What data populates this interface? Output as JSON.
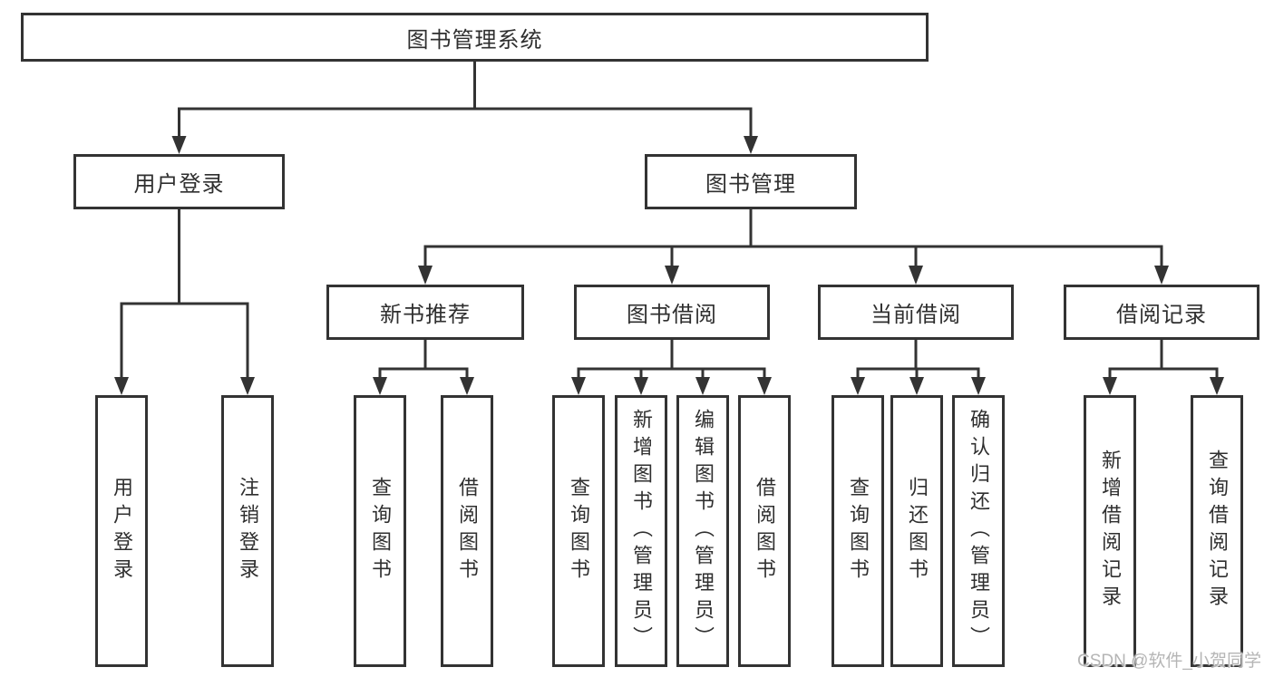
{
  "colors": {
    "background": "#ffffff",
    "line": "#333333",
    "box_border": "#333333",
    "text": "#2f2f2f",
    "watermark": "#b5b5b5"
  },
  "watermark": "CSDN @软件_小贺同学",
  "tree": {
    "label": "图书管理系统",
    "children": [
      {
        "label": "用户登录",
        "children": [
          {
            "label": "用户登录"
          },
          {
            "label": "注销登录"
          }
        ]
      },
      {
        "label": "图书管理",
        "children": [
          {
            "label": "新书推荐",
            "children": [
              {
                "label": "查询图书"
              },
              {
                "label": "借阅图书"
              }
            ]
          },
          {
            "label": "图书借阅",
            "children": [
              {
                "label": "查询图书"
              },
              {
                "label": "新增图书（管理员）"
              },
              {
                "label": "编辑图书（管理员）"
              },
              {
                "label": "借阅图书"
              }
            ]
          },
          {
            "label": "当前借阅",
            "children": [
              {
                "label": "查询图书"
              },
              {
                "label": "归还图书"
              },
              {
                "label": "确认归还（管理员）"
              }
            ]
          },
          {
            "label": "借阅记录",
            "children": [
              {
                "label": "新增借阅记录"
              },
              {
                "label": "查询借阅记录"
              }
            ]
          }
        ]
      }
    ]
  }
}
